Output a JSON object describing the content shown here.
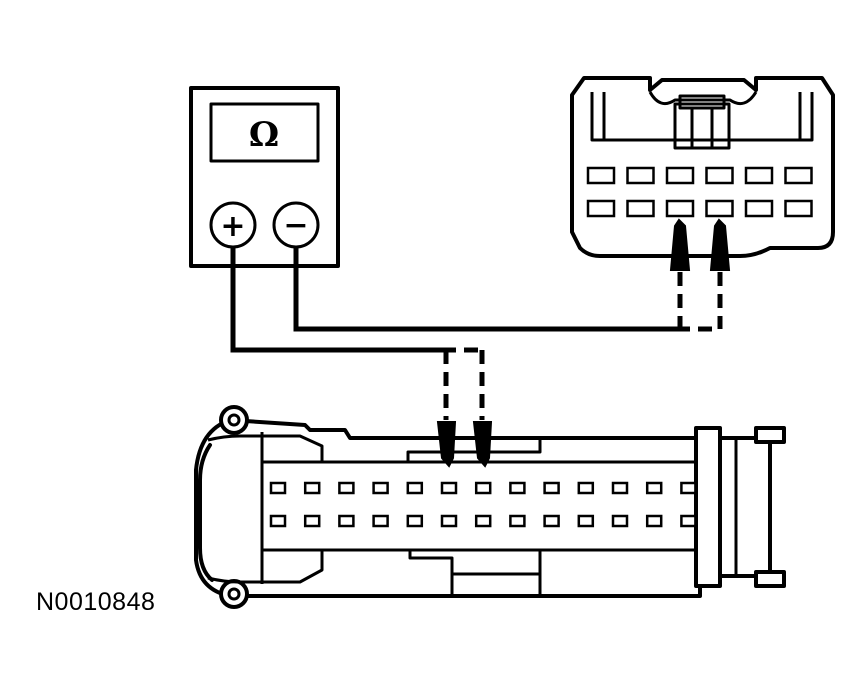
{
  "meter": {
    "display_symbol": "Ω",
    "positive_terminal": "+",
    "negative_terminal": "−",
    "icon": "ohmmeter-icon"
  },
  "connectors": {
    "small": {
      "icon": "12-pin-connector-icon",
      "rows": 2,
      "pins_per_row": 6
    },
    "large": {
      "icon": "26-pin-connector-icon",
      "rows": 2,
      "pins_per_row": 13
    }
  },
  "reference_number": "N0010848"
}
